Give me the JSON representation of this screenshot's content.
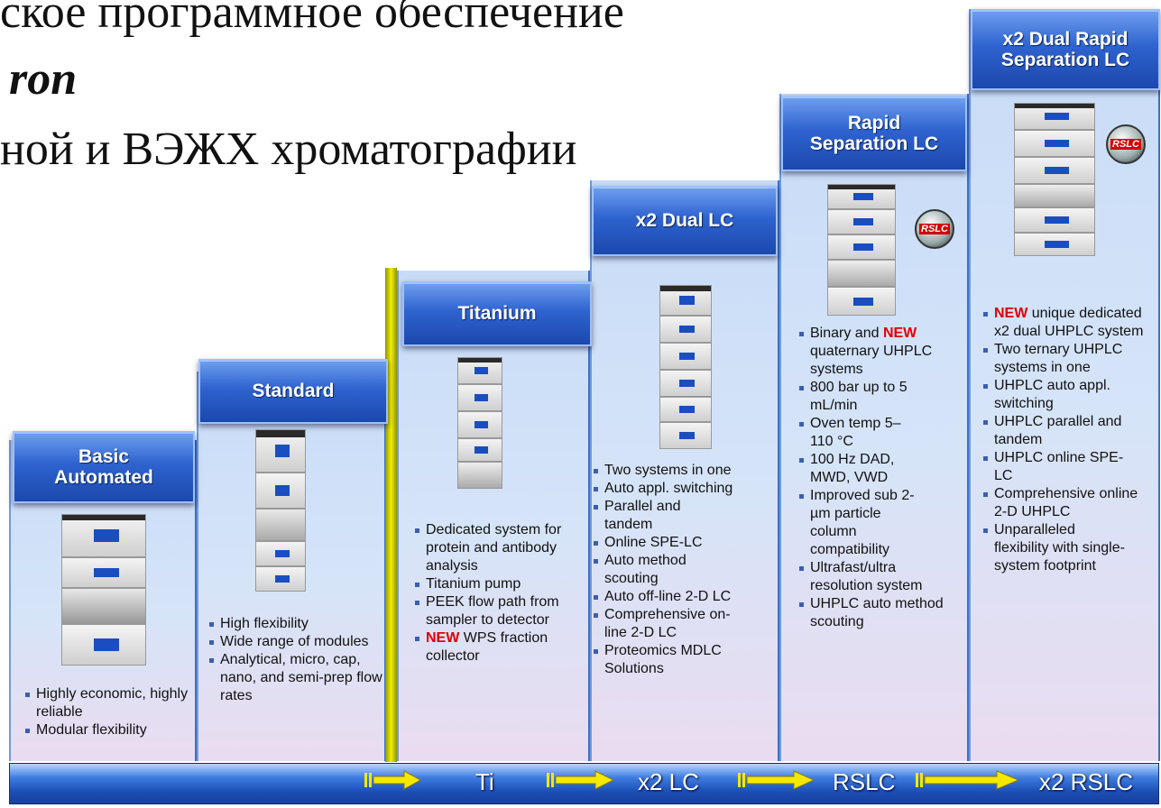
{
  "title": {
    "line1": "ское программное обеспечение",
    "line2": "ron",
    "line3": "ной и ВЭЖХ хроматографии"
  },
  "columns": [
    {
      "name": "Basic\nAutomated",
      "bullets": [
        {
          "text": "Highly economic, highly reliable"
        },
        {
          "text": "Modular flexibility"
        }
      ]
    },
    {
      "name": "Standard",
      "bullets": [
        {
          "text": "High flexibility"
        },
        {
          "text": "Wide range of modules"
        },
        {
          "text": "Analytical, micro, cap, nano, and semi-prep flow rates"
        }
      ]
    },
    {
      "name": "Titanium",
      "bullets": [
        {
          "text": "Dedicated system for protein and antibody analysis"
        },
        {
          "text": "Titanium pump"
        },
        {
          "text": "PEEK flow path from sampler to detector"
        },
        {
          "new": "NEW",
          "text": " WPS fraction collector"
        }
      ]
    },
    {
      "name": "x2 Dual LC",
      "bullets": [
        {
          "text": "Two systems in one"
        },
        {
          "text": "Auto appl. switching"
        },
        {
          "text": "Parallel and tandem"
        },
        {
          "text": "Online SPE-LC"
        },
        {
          "text": "Auto method scouting"
        },
        {
          "text": "Auto off-line 2-D LC"
        },
        {
          "text": "Comprehensive on-line 2-D LC"
        },
        {
          "text": "Proteomics MDLC Solutions"
        }
      ]
    },
    {
      "name": "Rapid\nSeparation LC",
      "bullets": [
        {
          "text": "Binary and ",
          "new": "NEW",
          "text2": " quaternary UHPLC systems"
        },
        {
          "text": "800 bar up to 5 mL/min"
        },
        {
          "text": "Oven temp 5– 110 °C"
        },
        {
          "text": "100 Hz DAD, MWD, VWD"
        },
        {
          "text": "Improved sub 2-µm particle column compatibility"
        },
        {
          "text": "Ultrafast/ultra resolution system"
        },
        {
          "text": "UHPLC auto method scouting"
        }
      ]
    },
    {
      "name": "x2 Dual Rapid\nSeparation LC",
      "bullets": [
        {
          "new": "NEW",
          "text": " unique dedicated x2 dual UHPLC system"
        },
        {
          "text": "Two ternary UHPLC systems in one"
        },
        {
          "text": "UHPLC auto appl. switching"
        },
        {
          "text": "UHPLC parallel and tandem"
        },
        {
          "text": "UHPLC online SPE-LC"
        },
        {
          "text": "Comprehensive online 2-D UHPLC"
        },
        {
          "text": "Unparalleled flexibility with single-system footprint"
        }
      ]
    }
  ],
  "badge": "RSLC",
  "timeline": [
    "Ti",
    "x2 LC",
    "RSLC",
    "x2 RSLC"
  ],
  "colors": {
    "header_blue": "#2f63cf",
    "new_red": "#e00000",
    "divider_yellow": "#f2f000",
    "arrow_yellow": "#f4e800"
  }
}
